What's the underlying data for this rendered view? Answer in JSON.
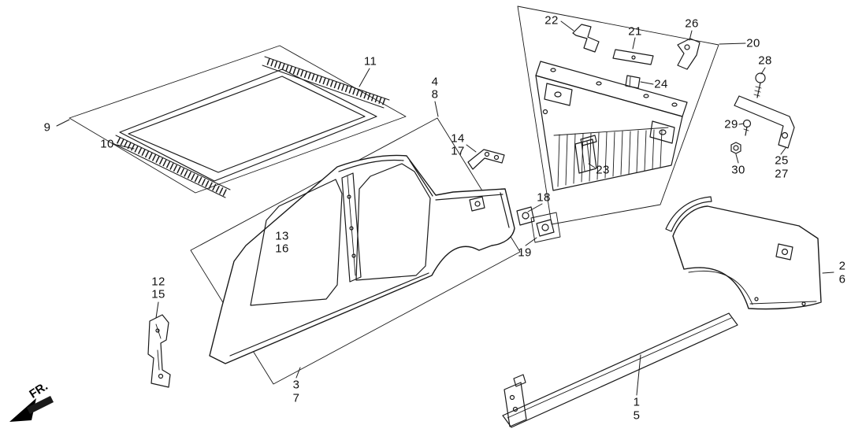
{
  "colors": {
    "ink": "#1a1a1a",
    "background": "#ffffff"
  },
  "diagram": {
    "fr_label": "FR.",
    "labels": {
      "n1": "1",
      "n2": "2",
      "n3": "3",
      "n4": "4",
      "n5": "5",
      "n6": "6",
      "n7": "7",
      "n8": "8",
      "n9": "9",
      "n10": "10",
      "n11": "11",
      "n12": "12",
      "n13": "13",
      "n14": "14",
      "n15": "15",
      "n16": "16",
      "n17": "17",
      "n18": "18",
      "n19": "19",
      "n20": "20",
      "n21": "21",
      "n22": "22",
      "n23": "23",
      "n24": "24",
      "n25": "25",
      "n26": "26",
      "n27": "27",
      "n28": "28",
      "n29": "29",
      "n30": "30"
    }
  }
}
